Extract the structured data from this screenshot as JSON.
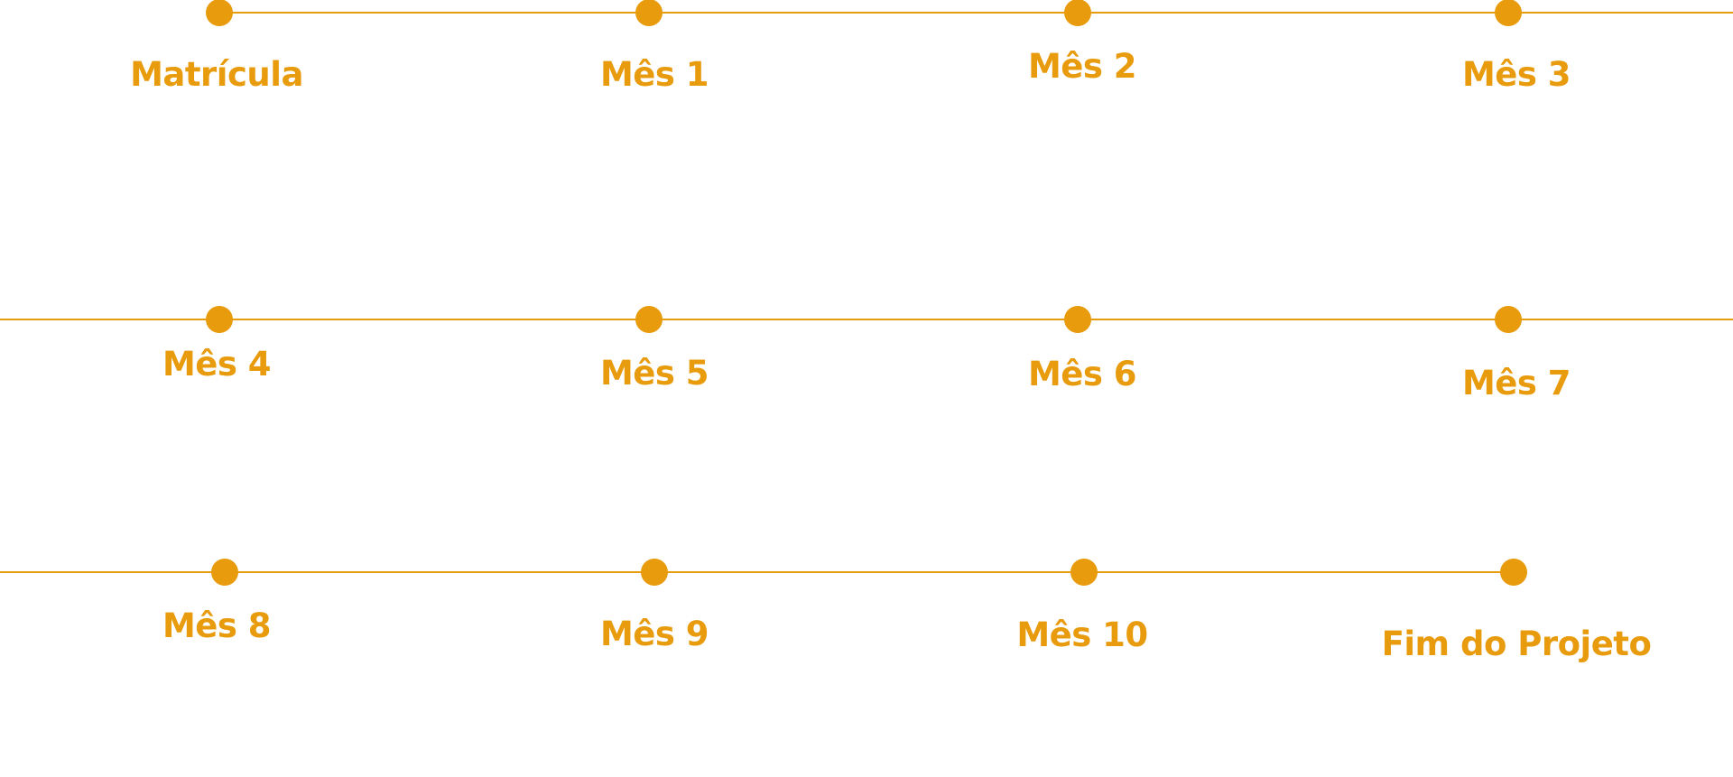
{
  "theme": {
    "accent": "#e89b0c",
    "background": "#ffffff"
  },
  "timeline": {
    "rows": [
      {
        "milestones": [
          "Matrícula",
          "Mês 1",
          "Mês 2",
          "Mês 3"
        ]
      },
      {
        "milestones": [
          "Mês 4",
          "Mês 5",
          "Mês 6",
          "Mês 7"
        ]
      },
      {
        "milestones": [
          "Mês 8",
          "Mês 9",
          "Mês 10",
          "Fim do Projeto"
        ]
      }
    ]
  }
}
